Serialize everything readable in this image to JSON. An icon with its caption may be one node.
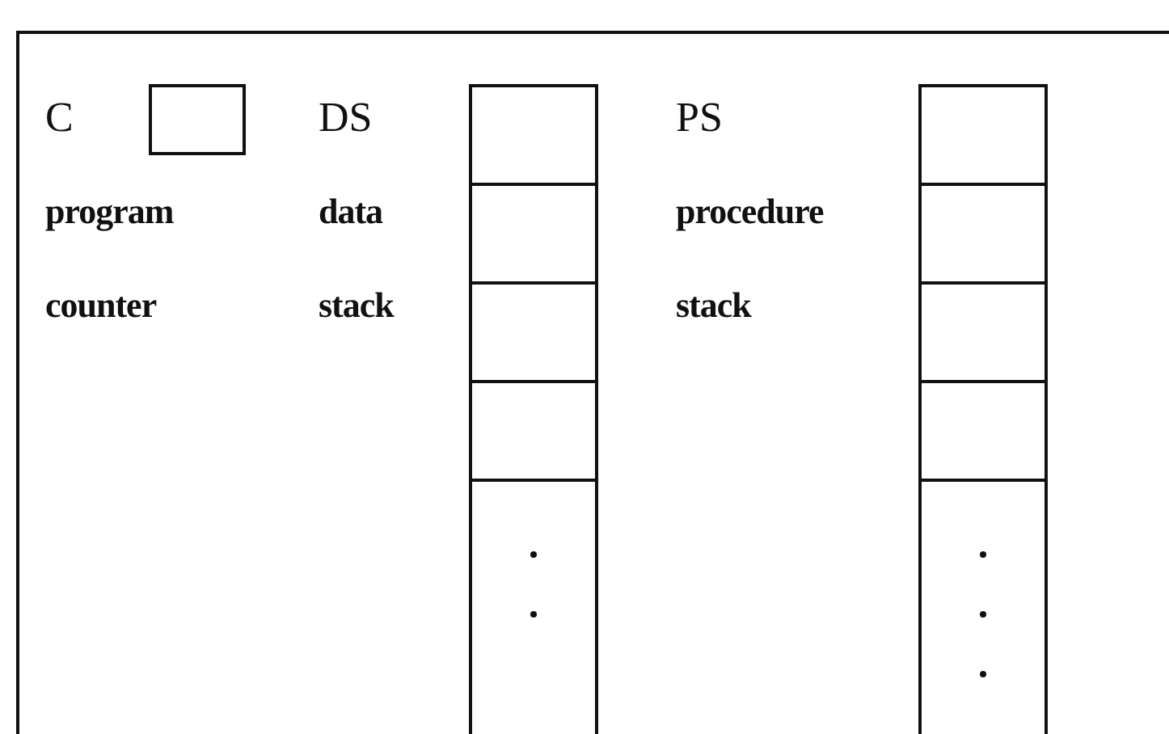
{
  "diagram": {
    "nodes": [
      {
        "text": [],
        "shape": "box"
      },
      {
        "text": [],
        "shape": "box"
      },
      {
        "text": [],
        "shape": "box"
      },
      {
        "text": [],
        "shape": "box"
      },
      {
        "text": [],
        "shape": "box"
      },
      {
        "text": [],
        "shape": "box"
      },
      {
        "text": [],
        "shape": "box"
      },
      {
        "text": [],
        "shape": "box"
      },
      {
        "text": [],
        "shape": "box"
      }
    ],
    "edges": [],
    "labels": [
      "C",
      "DS",
      "PS",
      "program counter",
      "data stack",
      "procedure stack"
    ]
  }
}
